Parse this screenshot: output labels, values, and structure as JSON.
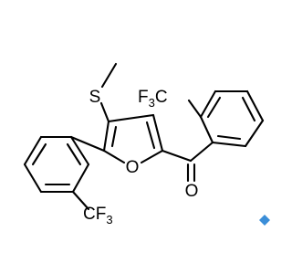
{
  "molecule": {
    "labels": {
      "sulfur": "S",
      "oxygen_ring": "O",
      "oxygen_carbonyl": "O",
      "cf3_top": "F3C",
      "cf3_bottom": "CF3"
    }
  },
  "corner_mark": {
    "color": "#3b8ed8",
    "icon": "diamond-icon"
  }
}
